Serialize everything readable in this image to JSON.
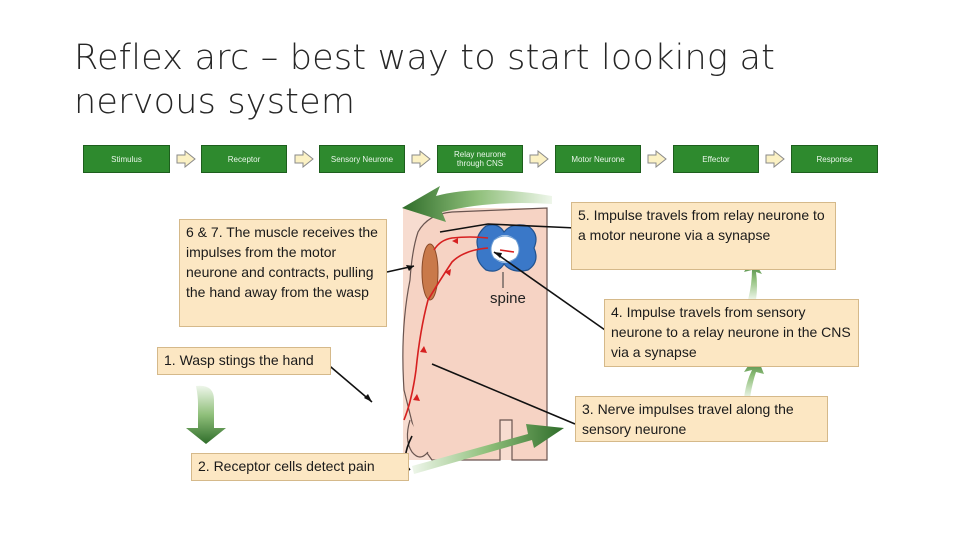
{
  "title": "Reflex arc – best way to start looking at nervous system",
  "flow": [
    "Stimulus",
    "Receptor",
    "Sensory Neurone",
    "Relay neurone through CNS",
    "Motor Neurone",
    "Effector",
    "Response"
  ],
  "notes": {
    "step_6_7": "6 & 7. The muscle receives the impulses from the motor neurone and contracts, pulling the hand away from the wasp",
    "step_1": "1. Wasp stings the hand",
    "step_2": "2. Receptor cells detect pain",
    "step_3": "3. Nerve impulses travel along the sensory neurone",
    "step_4": "4. Impulse travels from sensory neurone to a relay neurone in the CNS via a synapse",
    "step_5": "5. Impulse travels from relay neurone to a motor neurone via a synapse"
  },
  "spine_label": "spine",
  "colors": {
    "flow_box": "#2e8a2e",
    "note_fill": "#fce7c3",
    "nerve": "#d62020",
    "spine": "#3a78c8"
  }
}
